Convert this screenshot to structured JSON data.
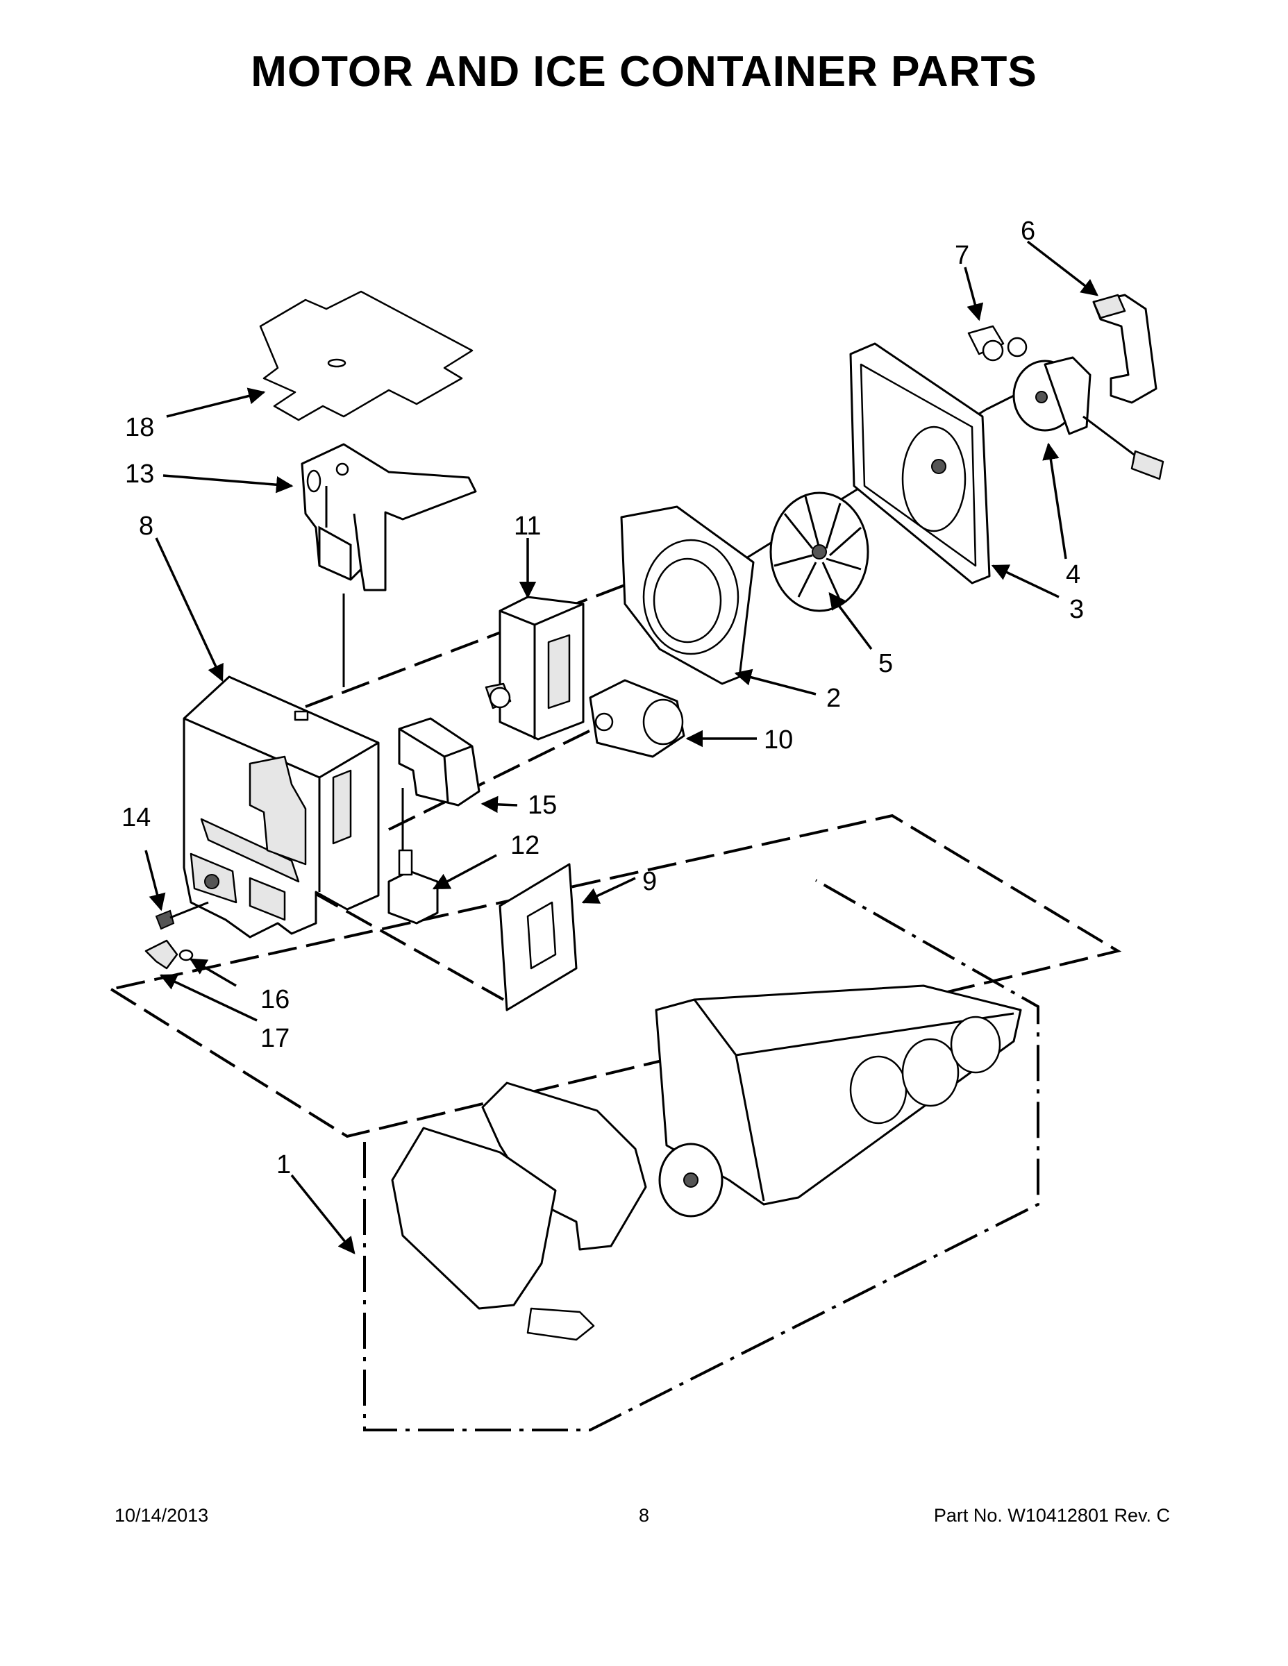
{
  "title": "MOTOR AND ICE CONTAINER PARTS",
  "callouts": [
    "1",
    "2",
    "3",
    "4",
    "5",
    "6",
    "7",
    "8",
    "9",
    "10",
    "11",
    "12",
    "13",
    "14",
    "15",
    "16",
    "17",
    "18"
  ],
  "footer": {
    "date": "10/14/2013",
    "page": "8",
    "part_no": "Part No.  W10412801  Rev.  C"
  }
}
